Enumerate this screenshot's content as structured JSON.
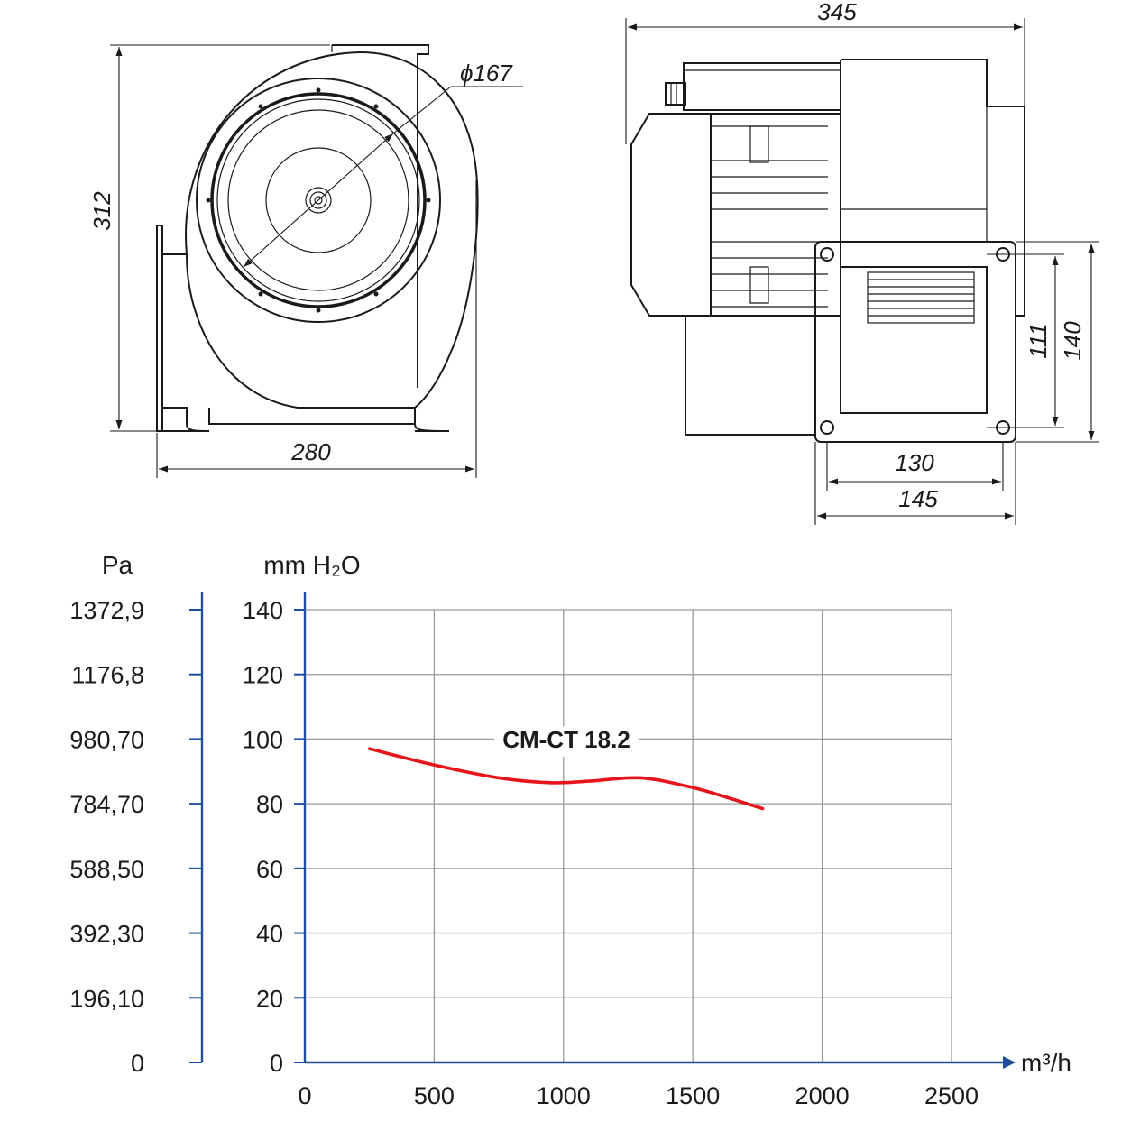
{
  "drawing": {
    "front_view": {
      "dim_height": "312",
      "dim_width": "280",
      "dim_inlet_diameter": "ϕ167"
    },
    "side_view": {
      "dim_length": "345",
      "dim_outlet_inner_height": "111",
      "dim_outlet_outer_height": "140",
      "dim_outlet_inner_width": "130",
      "dim_outlet_outer_width": "145"
    }
  },
  "chart_data": {
    "type": "line",
    "x_unit": "m³/h",
    "y_unit_left": "Pa",
    "y_unit_right": "mm H₂O",
    "x_ticks": [
      "0",
      "500",
      "1000",
      "1500",
      "2000",
      "2500"
    ],
    "y_ticks_mmh2o": [
      "0",
      "20",
      "40",
      "60",
      "80",
      "100",
      "120",
      "140"
    ],
    "y_ticks_pa": [
      "0",
      "196,10",
      "392,30",
      "588,50",
      "784,70",
      "980,70",
      "1176,8",
      "1372,9"
    ],
    "xlim": [
      0,
      2500
    ],
    "ylim": [
      0,
      140
    ],
    "grid": true,
    "curve_color": "#e8141c",
    "axis_color": "#1f4e9c",
    "series": [
      {
        "name": "CM-CT 18.2",
        "x": [
          250,
          500,
          750,
          950,
          1100,
          1300,
          1500,
          1650,
          1770
        ],
        "y": [
          97,
          92,
          88,
          86.5,
          87,
          88,
          85,
          81.5,
          78.5
        ]
      }
    ]
  }
}
